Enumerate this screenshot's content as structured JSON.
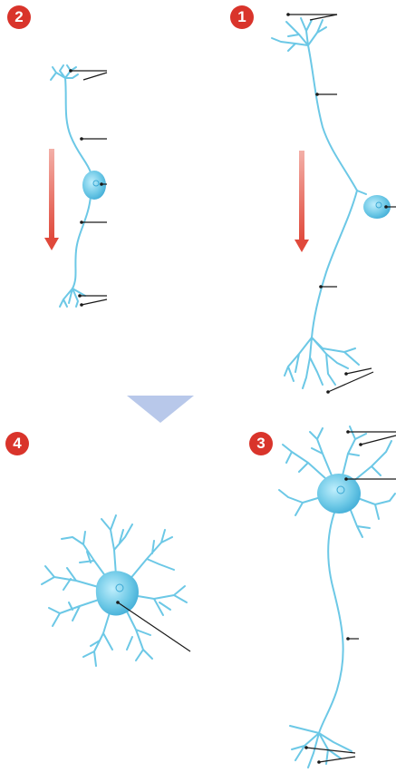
{
  "colors": {
    "neuron": "#6cc8e6",
    "neuron_dark": "#3aa8d4",
    "badge": "#d9342b",
    "arrow": "#e65c4f",
    "transition": "#b8c8ea"
  },
  "badges": {
    "n1": "1",
    "n2": "2",
    "n3": "3",
    "n4": "4"
  }
}
